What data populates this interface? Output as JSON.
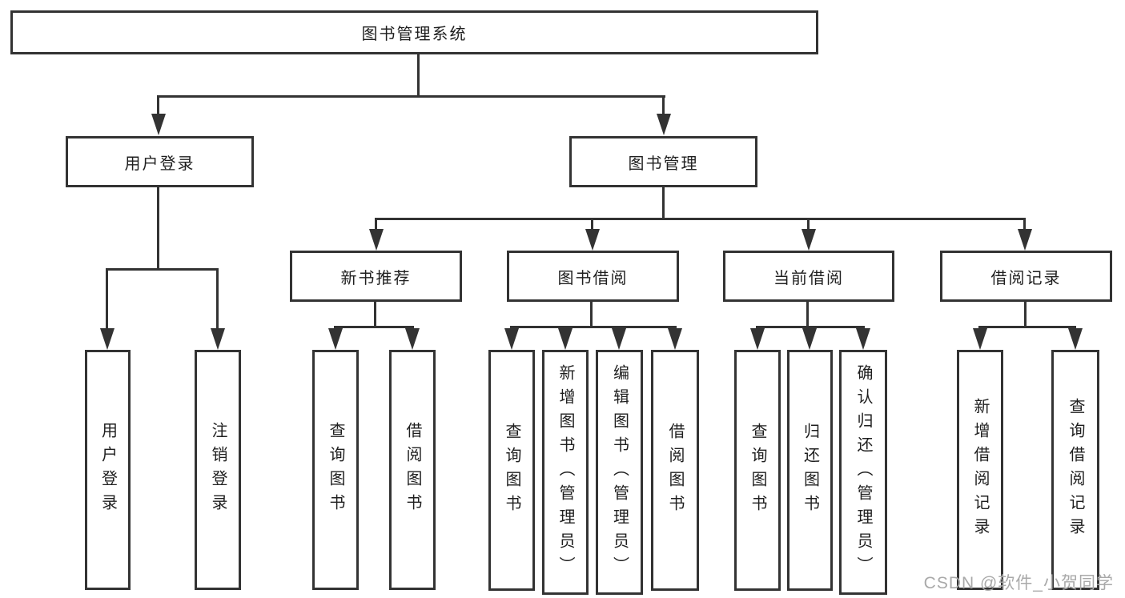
{
  "diagram": {
    "type": "hierarchy-tree",
    "root": {
      "label": "图书管理系统"
    },
    "level2": [
      {
        "id": "user-login-group",
        "label": "用户登录",
        "parent": "图书管理系统"
      },
      {
        "id": "book-management",
        "label": "图书管理",
        "parent": "图书管理系统"
      }
    ],
    "level3": [
      {
        "id": "new-book-recommendation",
        "label": "新书推荐",
        "parent": "图书管理"
      },
      {
        "id": "book-borrowing",
        "label": "图书借阅",
        "parent": "图书管理"
      },
      {
        "id": "current-borrowing",
        "label": "当前借阅",
        "parent": "图书管理"
      },
      {
        "id": "borrowing-records",
        "label": "借阅记录",
        "parent": "图书管理"
      }
    ],
    "leaves": [
      {
        "label": "用户登录",
        "parent": "用户登录"
      },
      {
        "label": "注销登录",
        "parent": "用户登录"
      },
      {
        "label": "查询图书",
        "parent": "新书推荐"
      },
      {
        "label": "借阅图书",
        "parent": "新书推荐"
      },
      {
        "label": "查询图书",
        "parent": "图书借阅"
      },
      {
        "label": "新增图书（管理员）",
        "parent": "图书借阅"
      },
      {
        "label": "编辑图书（管理员）",
        "parent": "图书借阅"
      },
      {
        "label": "借阅图书",
        "parent": "图书借阅"
      },
      {
        "label": "查询图书",
        "parent": "当前借阅"
      },
      {
        "label": "归还图书",
        "parent": "当前借阅"
      },
      {
        "label": "确认归还（管理员）",
        "parent": "当前借阅"
      },
      {
        "label": "新增借阅记录",
        "parent": "借阅记录"
      },
      {
        "label": "查询借阅记录",
        "parent": "借阅记录"
      }
    ],
    "watermark": "CSDN @软件_小贺同学",
    "colors": {
      "line": "#333333",
      "box_border": "#333333",
      "box_background": "#ffffff",
      "text": "#1f1f1f",
      "watermark": "#a9a9a9"
    }
  }
}
